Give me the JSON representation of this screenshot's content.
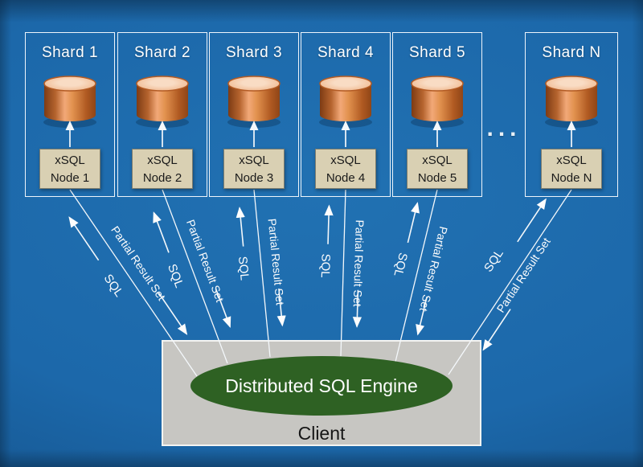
{
  "shards": [
    {
      "title": "Shard 1",
      "node_lines": [
        "xSQL",
        "Node 1"
      ]
    },
    {
      "title": "Shard 2",
      "node_lines": [
        "xSQL",
        "Node 2"
      ]
    },
    {
      "title": "Shard 3",
      "node_lines": [
        "xSQL",
        "Node 3"
      ]
    },
    {
      "title": "Shard 4",
      "node_lines": [
        "xSQL",
        "Node 4"
      ]
    },
    {
      "title": "Shard 5",
      "node_lines": [
        "xSQL",
        "Node 5"
      ]
    },
    {
      "title": "Shard N",
      "node_lines": [
        "xSQL",
        "Node N"
      ]
    }
  ],
  "ellipsis": "...",
  "connections": [
    {
      "up_label": "SQL",
      "down_label": "Partial Result Set"
    },
    {
      "up_label": "SQL",
      "down_label": "Partial Result Set"
    },
    {
      "up_label": "SQL",
      "down_label": "Partial Result Set"
    },
    {
      "up_label": "SQL",
      "down_label": "Partial Result Set"
    },
    {
      "up_label": "SQL",
      "down_label": "Partial Result Set"
    },
    {
      "up_label": "SQL",
      "down_label": "Partial Result Set"
    }
  ],
  "client": {
    "engine_label": "Distributed SQL Engine",
    "label": "Client"
  },
  "colors": {
    "background": "#1b67a9",
    "line": "#f4f8fb",
    "copper_dark": "#7d3b14",
    "copper_light": "#f2a878",
    "copper_mid": "#c06a32",
    "cylinder_top": "#f4cbaa",
    "node_box": "#d9d0b3",
    "node_border": "#7d7d6e",
    "client_box": "#c7c6c2",
    "engine_green": "#2e6123",
    "text_light": "#ffffff",
    "text_dark": "#1a1a1a"
  }
}
